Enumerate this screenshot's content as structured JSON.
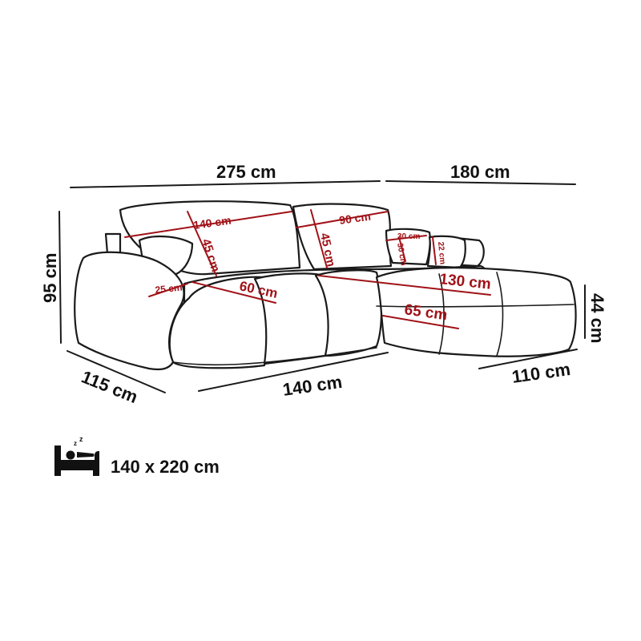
{
  "colors": {
    "outline": "#1a1a1a",
    "measure_red": "#a01218",
    "background": "#ffffff"
  },
  "overall": {
    "width_main": "275 cm",
    "width_chaise": "180 cm",
    "height": "95 cm",
    "depth_main": "115 cm",
    "front_width": "140 cm",
    "chaise_depth": "110 cm",
    "chaise_height": "44 cm"
  },
  "inner": {
    "back_cushion_width": "140 cm",
    "back_cushion_height": "45 cm",
    "back_cushion2_width": "90 cm",
    "back_cushion2_height": "45 cm",
    "pillow_width": "30 cm",
    "pillow_height": "30 cm",
    "armrest_height": "22 cm",
    "armrest_width": "25 cm",
    "seat_depth": "60 cm",
    "chaise_length": "130 cm",
    "chaise_width": "65 cm"
  },
  "bed": {
    "icon": "sleeping-bed-icon",
    "size": "140 x 220 cm"
  }
}
